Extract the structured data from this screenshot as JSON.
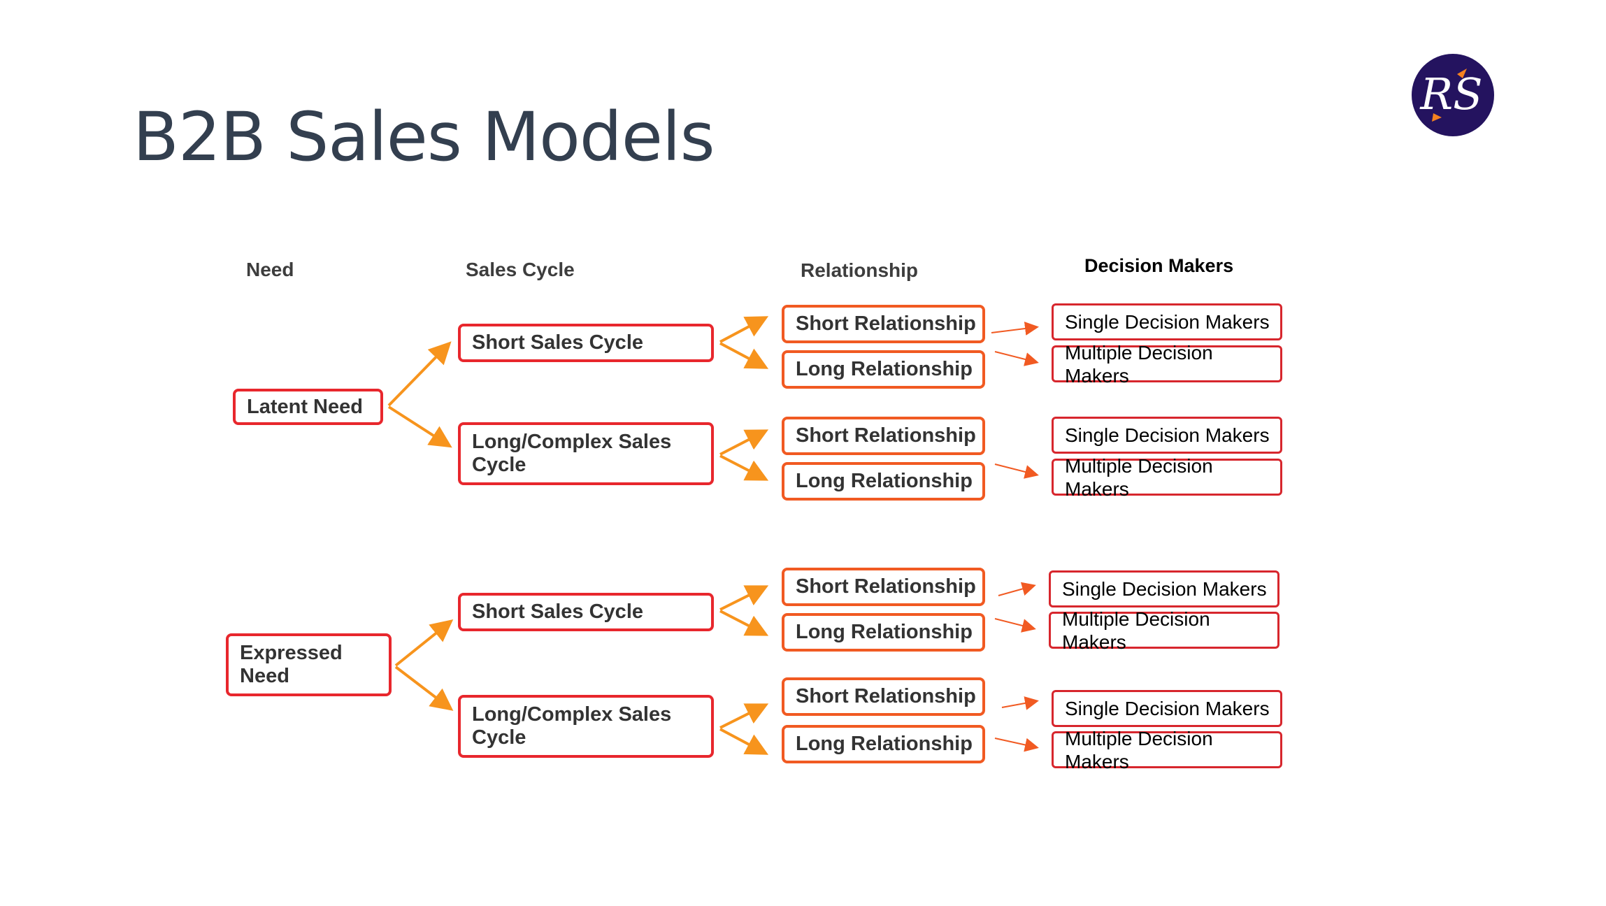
{
  "title": "B2B Sales Models",
  "logo_text": "RS",
  "colors": {
    "title": "#333f4f",
    "logo_bg": "#24135f",
    "logo_accent": "#f58220",
    "box_border": "#e8272d",
    "relationship_border": "#f15a22",
    "arrow": "#f7941d"
  },
  "headers": {
    "need": "Need",
    "sales_cycle": "Sales Cycle",
    "relationship": "Relationship",
    "decision_makers": "Decision Makers"
  },
  "needs": [
    {
      "label": "Latent Need",
      "cycles": [
        {
          "label": "Short Sales Cycle",
          "relationships": [
            "Short Relationship",
            "Long Relationship"
          ],
          "decision_makers": [
            "Single Decision Makers",
            "Multiple Decision Makers"
          ]
        },
        {
          "label": "Long/Complex Sales Cycle",
          "relationships": [
            "Short Relationship",
            "Long Relationship"
          ],
          "decision_makers": [
            "Single Decision Makers",
            "Multiple Decision Makers"
          ]
        }
      ]
    },
    {
      "label": "Expressed Need",
      "cycles": [
        {
          "label": "Short Sales Cycle",
          "relationships": [
            "Short Relationship",
            "Long Relationship"
          ],
          "decision_makers": [
            "Single Decision Makers",
            "Multiple Decision Makers"
          ]
        },
        {
          "label": "Long/Complex Sales Cycle",
          "relationships": [
            "Short Relationship",
            "Long Relationship"
          ],
          "decision_makers": [
            "Single Decision Makers",
            "Multiple Decision Makers"
          ]
        }
      ]
    }
  ]
}
